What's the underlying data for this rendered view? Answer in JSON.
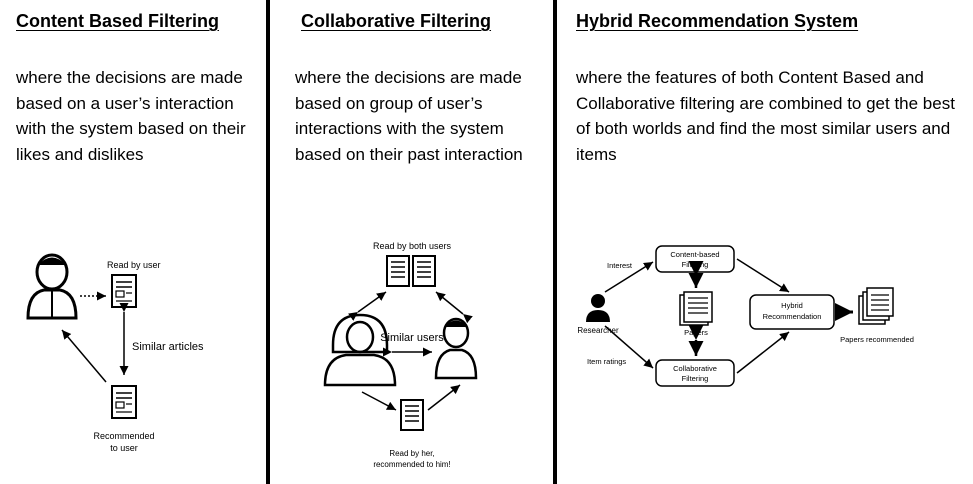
{
  "content_based": {
    "title": "Content Based Filtering",
    "description": "where the decisions are made based on a user’s interaction with the system based on their likes and dislikes",
    "diagram": {
      "read_label": "Read by user",
      "similar_label": "Similar articles",
      "recommended_line1": "Recommended",
      "recommended_line2": "to user"
    }
  },
  "collaborative": {
    "title": "Collaborative Filtering",
    "description": "where the decisions are made based on group of user’s interactions with the system based on their past interaction",
    "diagram": {
      "read_label": "Read by both users",
      "similar_label": "Similar users",
      "read_her_line1": "Read by her,",
      "read_her_line2": "recommended to him!"
    }
  },
  "hybrid": {
    "title": "Hybrid Recommendation System",
    "description": "where the features of both Content Based and Collaborative filtering are combined to get the best of both worlds and find the most similar users and items",
    "diagram": {
      "interest_label": "Interest",
      "item_ratings_label": "Item ratings",
      "researcher_label": "Researcher",
      "content_box_line1": "Content-based",
      "content_box_line2": "Filtering",
      "collab_box_line1": "Collaborative",
      "collab_box_line2": "Filtering",
      "papers_label": "Papers",
      "hybrid_box_line1": "Hybrid",
      "hybrid_box_line2": "Recommendation",
      "papers_recommended_label": "Papers recommended"
    }
  }
}
